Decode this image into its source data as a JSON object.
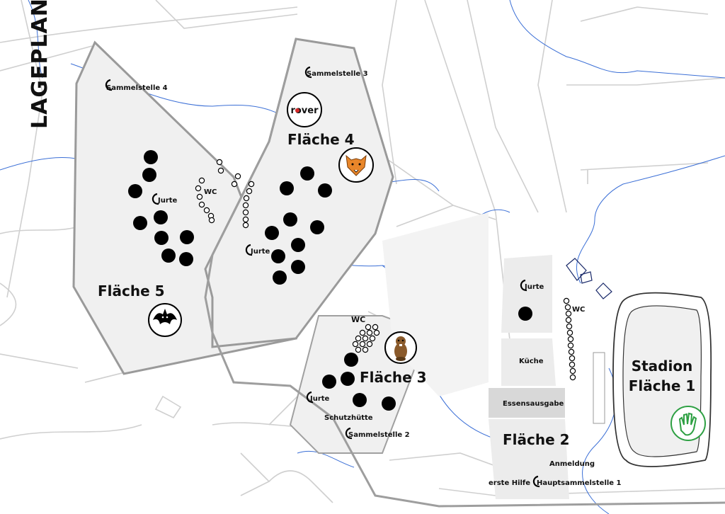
{
  "title": "LAGEPLAN",
  "areas": [
    {
      "id": "flaeche-5",
      "label": "Fläche 5"
    },
    {
      "id": "flaeche-4",
      "label": "Fläche 4"
    },
    {
      "id": "flaeche-3",
      "label": "Fläche 3"
    },
    {
      "id": "flaeche-2",
      "label": "Fläche 2"
    },
    {
      "id": "stadion",
      "label_line1": "Stadion",
      "label_line2": "Fläche 1"
    }
  ],
  "labels": {
    "sammelstelle_4": "Sammelstelle 4",
    "sammelstelle_3": "Sammelstelle 3",
    "sammelstelle_2": "Sammelstelle 2",
    "hauptsammelstelle_1": "Hauptsammelstelle 1",
    "jurte": "Jurte",
    "wc": "WC",
    "schutzhuette": "Schutzhütte",
    "kueche": "Küche",
    "essensausgabe": "Essensausgabe",
    "anmeldung": "Anmeldung",
    "erste_hilfe": "erste Hilfe"
  },
  "logos": {
    "rover_text": "rover"
  },
  "icons": [
    "rover-logo-icon",
    "fox-head-icon",
    "bat-icon",
    "beaver-icon",
    "green-hand-icon",
    "jurte-marker-icon"
  ],
  "colors": {
    "background": "#ffffff",
    "area_fill": "#efefef",
    "area_border": "#9a9a9a",
    "road": "#c8c8c8",
    "water": "#3b6fd6",
    "marker": "#000000",
    "fox": "#e8862a",
    "hand": "#2ea043"
  }
}
